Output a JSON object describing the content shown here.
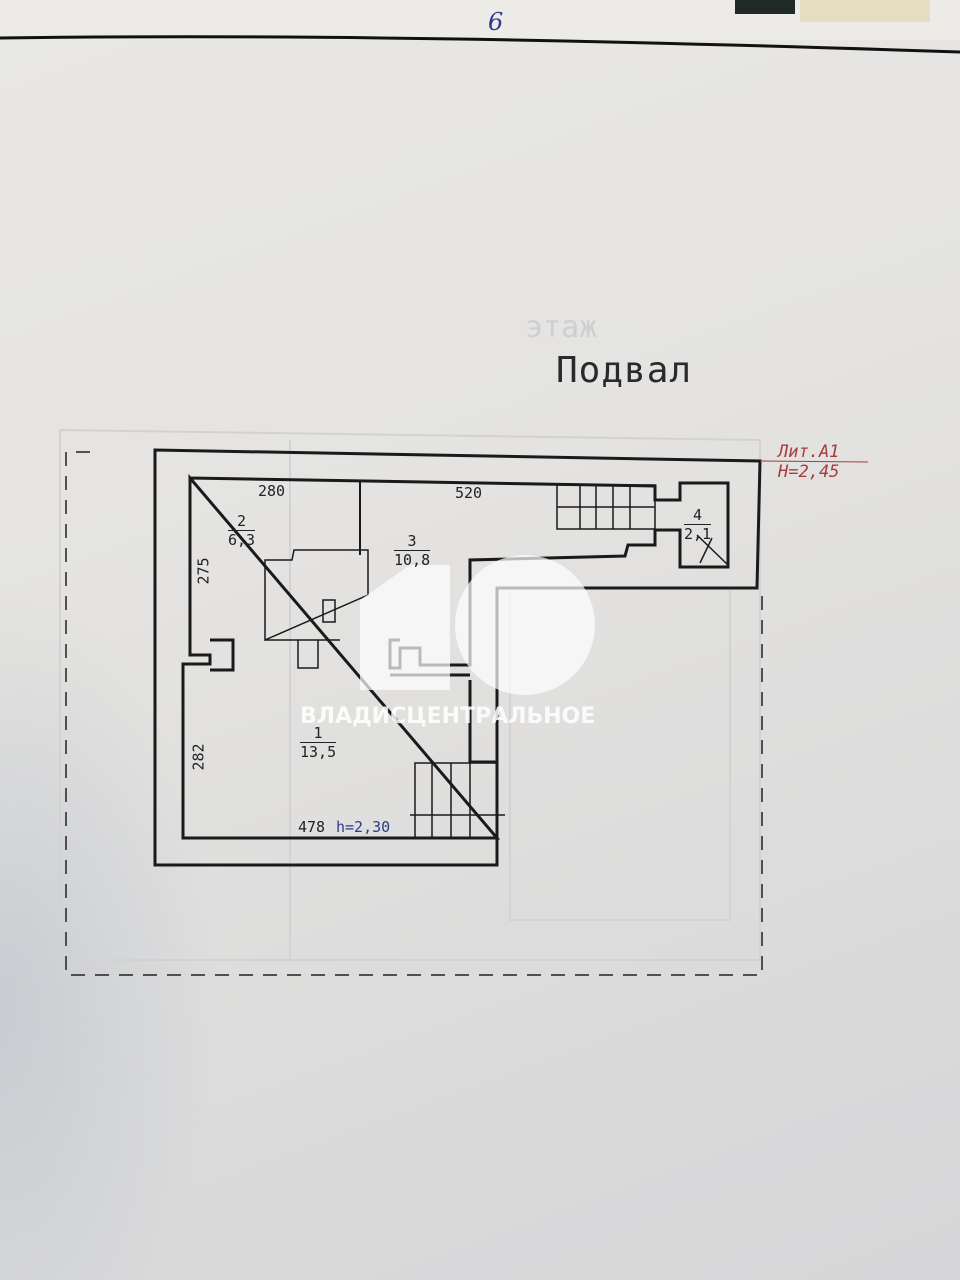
{
  "page": {
    "number": "6",
    "ghost_text": "этаж"
  },
  "plan": {
    "title": "Подвал",
    "lit": "Лит.А1",
    "height": "Н=2,45",
    "dimensions": {
      "top_left": "280",
      "top_right": "520",
      "left_upper": "275",
      "left_lower": "282",
      "bottom": "478",
      "bottom_height": "h=2,30"
    },
    "rooms": [
      {
        "number": "1",
        "area": "13,5"
      },
      {
        "number": "2",
        "area": "6,3"
      },
      {
        "number": "3",
        "area": "10,8"
      },
      {
        "number": "4",
        "area": "2,1"
      }
    ]
  },
  "watermark": {
    "text": "ВЛАДИСЦЕНТРАЛЬНОЕ"
  },
  "colors": {
    "wall": "#1a1a1a",
    "red_label": "#a83b3b",
    "blue_ink": "#2b3a8a"
  }
}
